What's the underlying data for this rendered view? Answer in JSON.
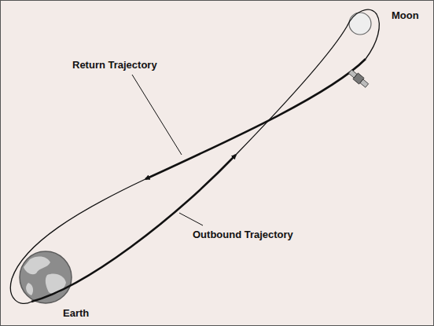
{
  "diagram": {
    "labels": [
      "Moon",
      "Return Trajectory",
      "Outbound Trajectory",
      "Earth"
    ]
  }
}
